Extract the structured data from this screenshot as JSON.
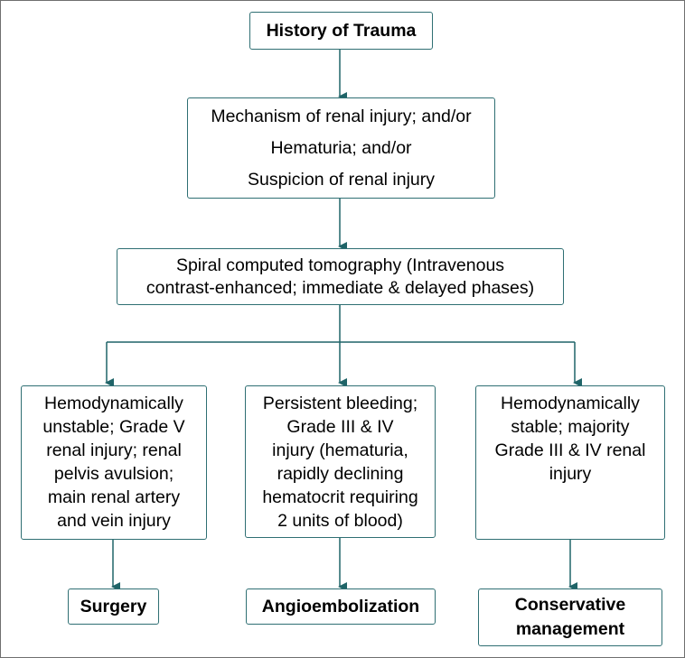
{
  "nodes": {
    "history": "History of Trauma",
    "suspicion": [
      "Mechanism of renal injury; and/or",
      "Hematuria; and/or",
      "Suspicion of renal injury"
    ],
    "ct": [
      "Spiral computed tomography (Intravenous",
      "contrast-enhanced; immediate & delayed phases)"
    ],
    "unstable": [
      "Hemodynamically",
      "unstable; Grade V",
      "renal injury; renal",
      "pelvis avulsion;",
      "main renal artery",
      "and vein injury"
    ],
    "bleeding": [
      "Persistent bleeding;",
      "Grade III & IV",
      "injury (hematuria,",
      "rapidly declining",
      "hematocrit requiring",
      "2 units of blood)"
    ],
    "stable": [
      "Hemodynamically",
      "stable; majority",
      "Grade III & IV renal",
      "injury"
    ],
    "surgery": "Surgery",
    "angio": "Angioembolization",
    "conservative": [
      "Conservative",
      "management"
    ]
  },
  "colors": {
    "connector": "#1f6468",
    "border": "#2f6f73",
    "frame": "#6f6f6f"
  }
}
